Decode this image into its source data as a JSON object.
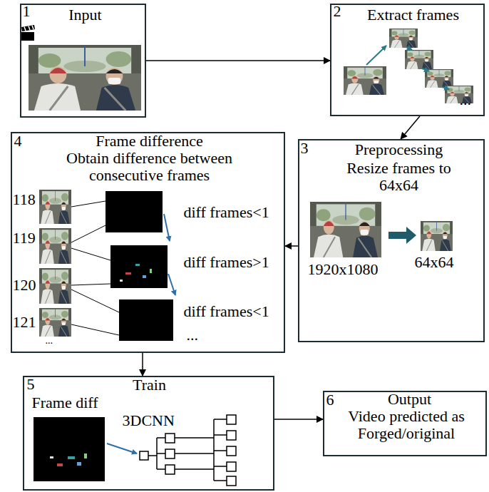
{
  "diagram": {
    "nodes": [
      {
        "text": [
          "1",
          "Input"
        ]
      },
      {
        "text": [
          "2",
          "Extract frames",
          "..."
        ]
      },
      {
        "text": [
          "3",
          "Preprocessing",
          "Resize frames to 64x64",
          "1920x1080",
          "64x64"
        ]
      },
      {
        "text": [
          "4",
          "Frame difference",
          "Obtain difference between consecutive frames",
          "118",
          "119",
          "120",
          "121",
          "diff frames<1",
          "diff frames>1",
          "diff frames<1",
          "...",
          "..."
        ]
      },
      {
        "text": [
          "5",
          "Train",
          "Frame diff",
          "3DCNN"
        ]
      },
      {
        "text": [
          "6",
          "Output",
          "Video predicted as Forged/original"
        ]
      }
    ],
    "edges": [
      {
        "from": 0,
        "to": 1,
        "arrow": "to"
      },
      {
        "from": 1,
        "to": 2,
        "arrow": "to"
      },
      {
        "from": 2,
        "to": 3,
        "arrow": "to"
      },
      {
        "from": 3,
        "to": 4,
        "arrow": "to"
      },
      {
        "from": 4,
        "to": 5,
        "arrow": "to"
      }
    ]
  }
}
